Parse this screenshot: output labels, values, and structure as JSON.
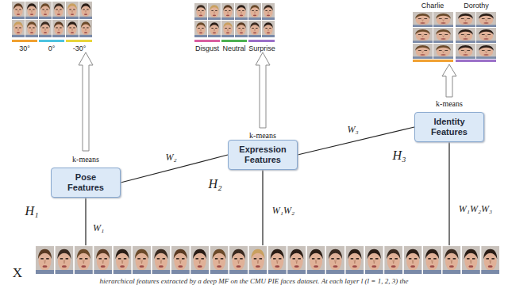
{
  "diagram": {
    "caption": "hierarchical features extracted by a deep MF on the CMU PIE faces dataset. At each layer l (l = 1, 2, 3) the",
    "nodes": [
      {
        "text": [
          "Pose Features"
        ]
      },
      {
        "text": [
          "Expression Features"
        ]
      },
      {
        "text": [
          "Identity Features"
        ]
      }
    ],
    "edges": [
      {
        "from": 0,
        "to": 1,
        "label": "W₂",
        "arrow": "none"
      },
      {
        "from": 1,
        "to": 2,
        "label": "W₃",
        "arrow": "none"
      }
    ],
    "labels": [
      "30°",
      "0°",
      "-30°",
      "Disgust",
      "Neutral",
      "Surprise",
      "Charlie",
      "Dorothy",
      "k-means",
      "k-means",
      "k-means",
      "H₁",
      "H₂",
      "H₃",
      "W₁",
      "W₁W₂",
      "W₁W₂W₃",
      "X"
    ]
  }
}
